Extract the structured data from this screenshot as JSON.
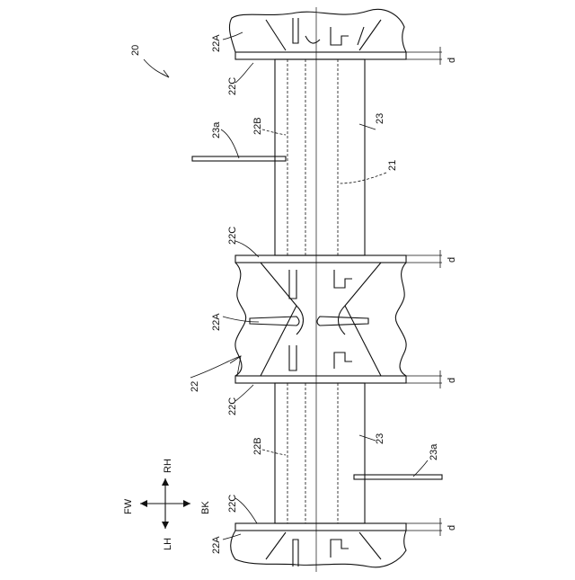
{
  "figure": {
    "ref_assembly": "20",
    "ref_unit": "22",
    "ref_22A": "22A",
    "ref_22B": "22B",
    "ref_22C": "22C",
    "ref_21": "21",
    "ref_23": "23",
    "ref_23a": "23a",
    "ref_d": "d"
  },
  "directions": {
    "up": "RH",
    "down": "LH",
    "left": "FW",
    "right": "BK"
  },
  "colors": {
    "ink": "#111111",
    "paper": "#ffffff"
  }
}
